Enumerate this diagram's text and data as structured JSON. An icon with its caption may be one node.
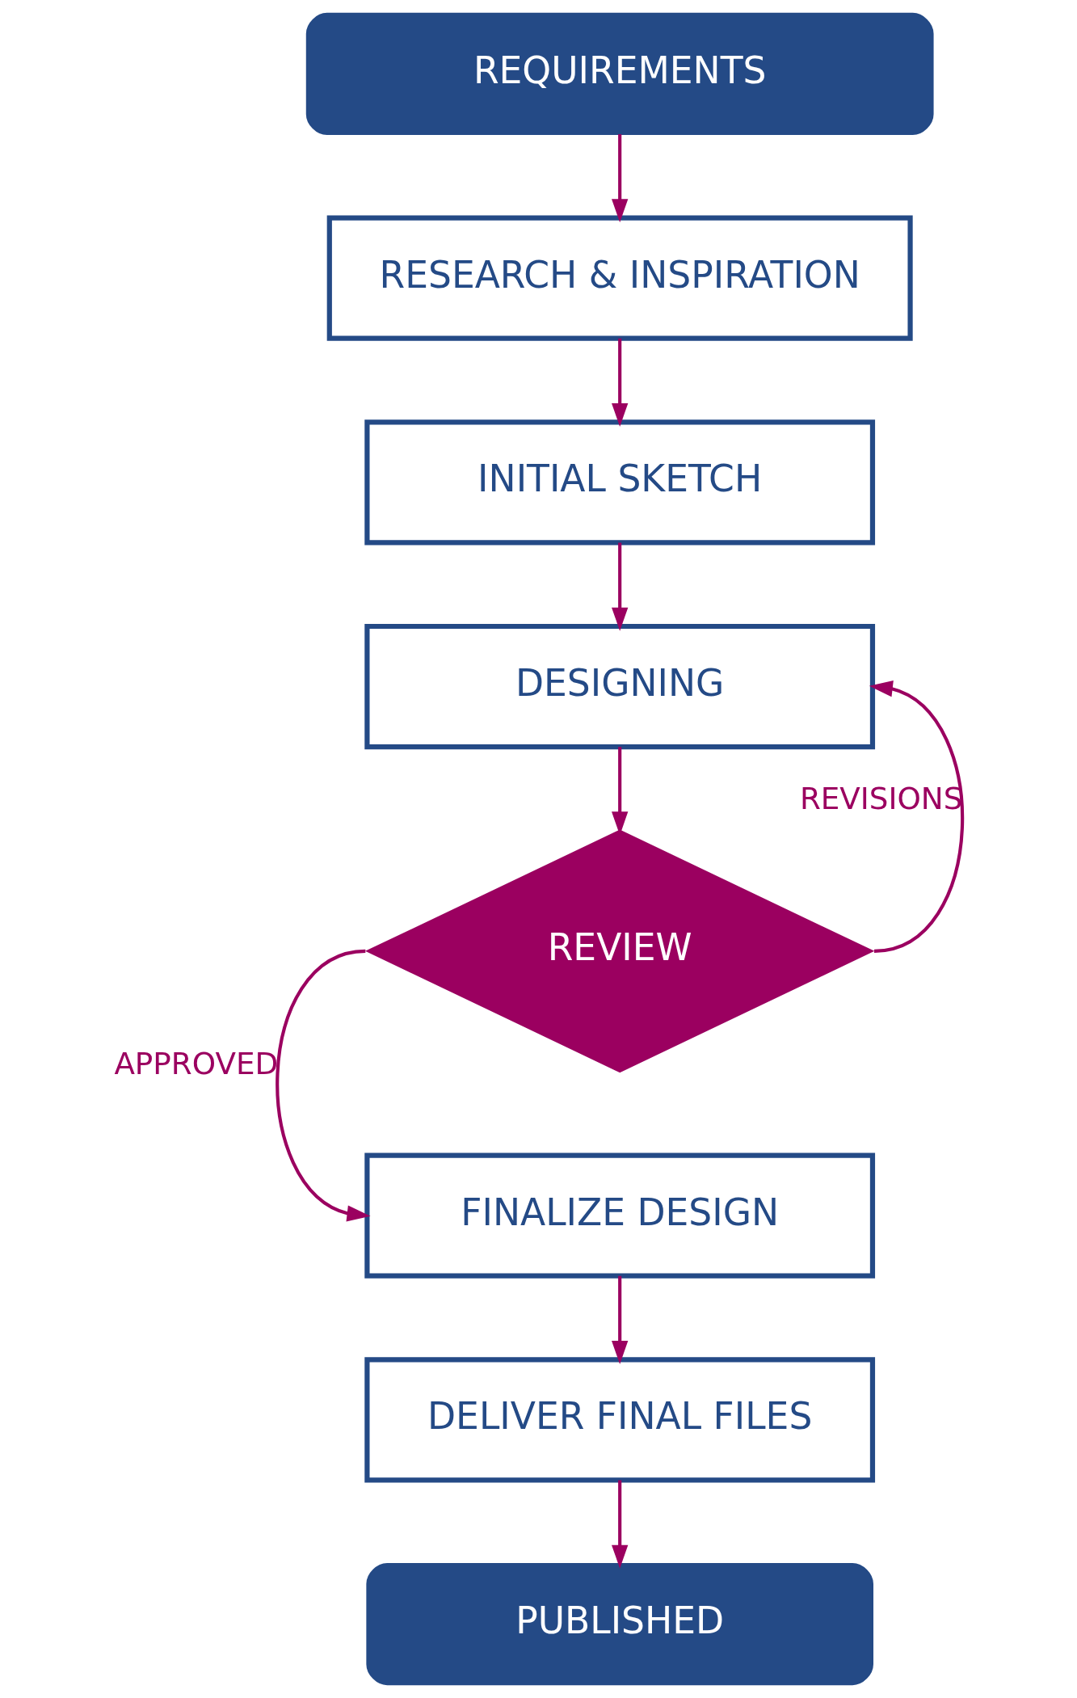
{
  "diagram": {
    "nodes": [
      {
        "text": [
          "REQUIREMENTS"
        ]
      },
      {
        "text": [
          "RESEARCH & INSPIRATION"
        ]
      },
      {
        "text": [
          "INITIAL SKETCH"
        ]
      },
      {
        "text": [
          "DESIGNING"
        ]
      },
      {
        "text": [
          "REVIEW"
        ]
      },
      {
        "text": [
          "FINALIZE DESIGN"
        ]
      },
      {
        "text": [
          "DELIVER FINAL FILES"
        ]
      },
      {
        "text": [
          "PUBLISHED"
        ]
      }
    ],
    "edges": [
      {
        "from": 0,
        "to": 1,
        "arrow": "to"
      },
      {
        "from": 1,
        "to": 2,
        "arrow": "to"
      },
      {
        "from": 2,
        "to": 3,
        "arrow": "to"
      },
      {
        "from": 3,
        "to": 4,
        "arrow": "to"
      },
      {
        "from": 4,
        "to": 3,
        "arrow": "to",
        "label": "REVISIONS"
      },
      {
        "from": 4,
        "to": 5,
        "arrow": "to",
        "label": "APPROVED"
      },
      {
        "from": 5,
        "to": 6,
        "arrow": "to"
      },
      {
        "from": 6,
        "to": 7,
        "arrow": "to"
      }
    ]
  }
}
